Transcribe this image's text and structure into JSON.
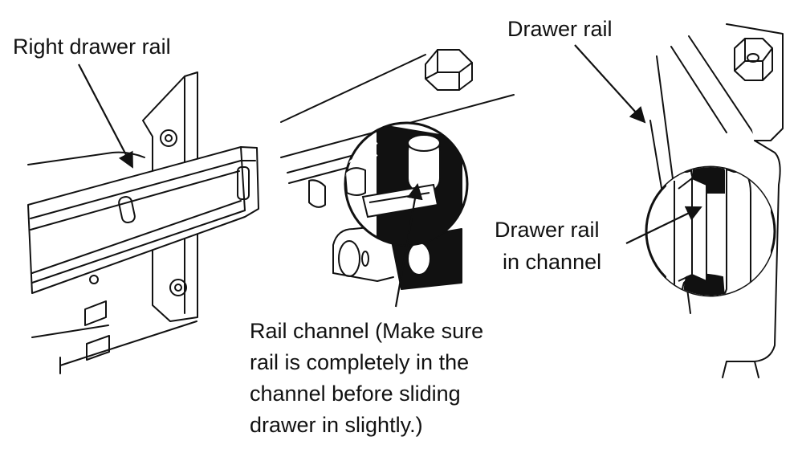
{
  "labels": {
    "right_drawer_rail": "Right drawer rail",
    "drawer_rail": "Drawer rail",
    "drawer_rail_in_channel_line1": "Drawer rail",
    "drawer_rail_in_channel_line2": "in channel",
    "rail_channel_lines": [
      "Rail channel (Make sure",
      "rail is completely in the",
      "channel before sliding",
      "drawer in slightly.)"
    ]
  },
  "colors": {
    "ink": "#111111",
    "background": "#ffffff"
  }
}
